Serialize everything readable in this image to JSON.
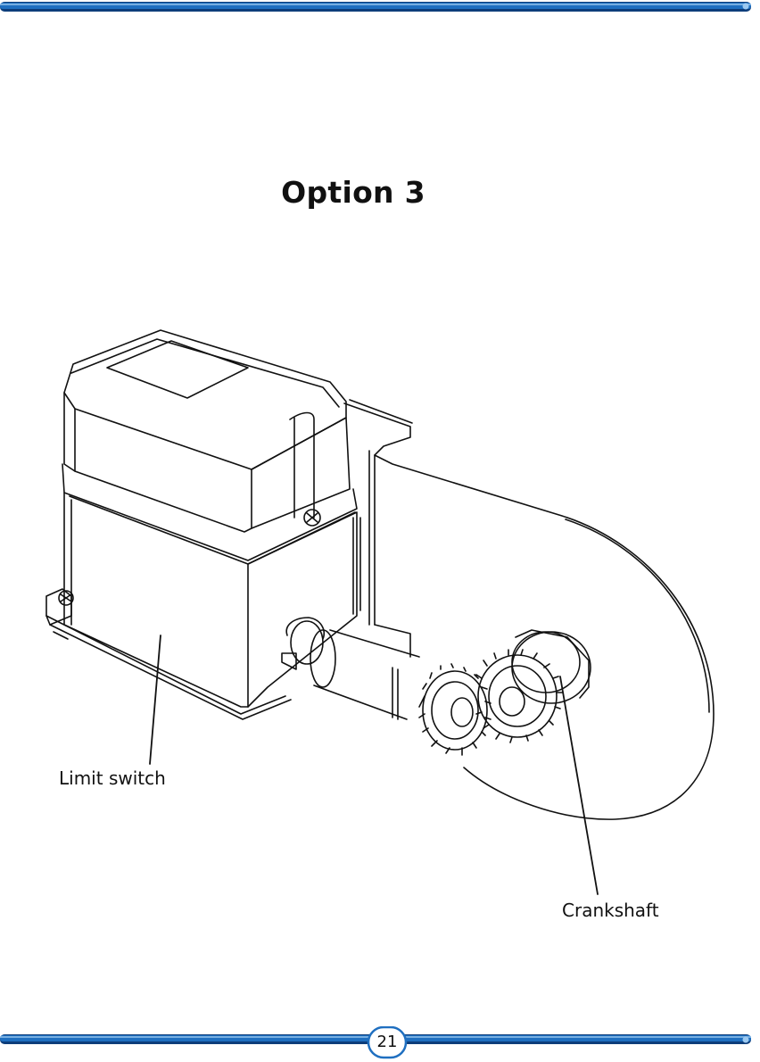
{
  "page": {
    "title": "Option 3",
    "page_number": "21"
  },
  "labels": {
    "limit_switch": "Limit switch",
    "crankshaft": "Crankshaft"
  },
  "colors": {
    "rule_blue": "#1f6fc0",
    "rule_dark": "#0d3d7a",
    "rule_light": "#9cc9f0",
    "line_art": "#111111"
  }
}
